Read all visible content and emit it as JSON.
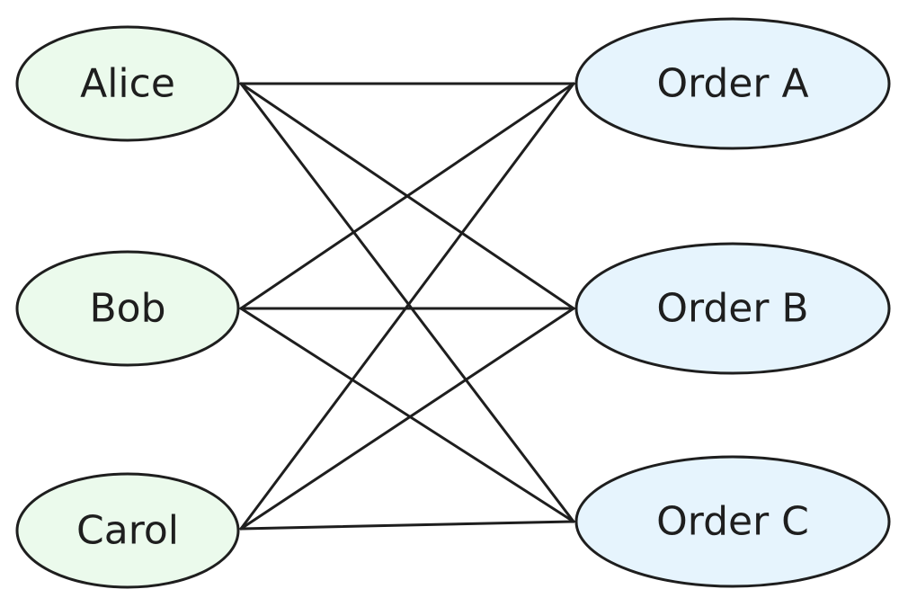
{
  "colors": {
    "customer_fill": "#ebfaec",
    "order_fill": "#e6f4fd",
    "stroke": "#1e1e1e"
  },
  "customers": [
    {
      "id": "alice",
      "label": "Alice"
    },
    {
      "id": "bob",
      "label": "Bob"
    },
    {
      "id": "carol",
      "label": "Carol"
    }
  ],
  "orders": [
    {
      "id": "order-a",
      "label": "Order A"
    },
    {
      "id": "order-b",
      "label": "Order B"
    },
    {
      "id": "order-c",
      "label": "Order C"
    }
  ],
  "edges": [
    {
      "from": "alice",
      "to": "order-a"
    },
    {
      "from": "alice",
      "to": "order-b"
    },
    {
      "from": "alice",
      "to": "order-c"
    },
    {
      "from": "bob",
      "to": "order-a"
    },
    {
      "from": "bob",
      "to": "order-b"
    },
    {
      "from": "bob",
      "to": "order-c"
    },
    {
      "from": "carol",
      "to": "order-a"
    },
    {
      "from": "carol",
      "to": "order-b"
    },
    {
      "from": "carol",
      "to": "order-c"
    }
  ]
}
